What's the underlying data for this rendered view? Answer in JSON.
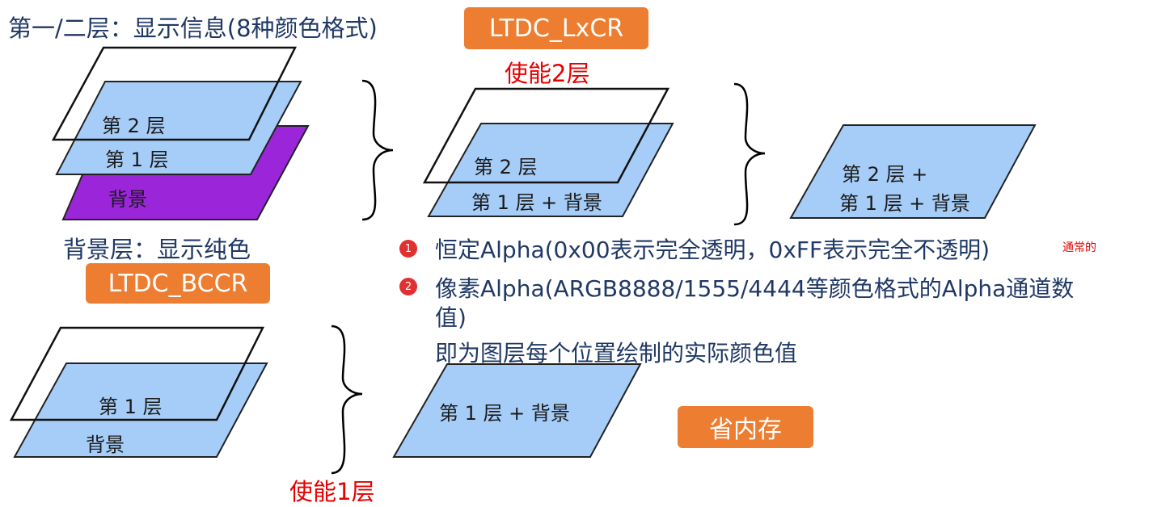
{
  "title": "第一/二层：显示信息(8种颜色格式)",
  "bg_caption": "背景层：显示纯色",
  "badges": {
    "lxcr": "LTDC_LxCR",
    "bccr": "LTDC_BCCR",
    "save_mem": "省内存"
  },
  "enable_labels": {
    "two_layers": "使能2层",
    "one_layer": "使能1层"
  },
  "layer_labels": {
    "layer2": "第 2 层",
    "layer1": "第 1 层",
    "background": "背景",
    "layer1_plus_bg": "第 1 层 + 背景",
    "layer2_plus": "第 2 层 +",
    "layer1_plus_bg_b": "第 1 层 +  背景"
  },
  "notes": {
    "bullet1": "1",
    "bullet2": "2",
    "const_alpha": "恒定Alpha(0x00表示完全透明，0xFF表示完全不透明)",
    "const_alpha_note": "通常的",
    "pixel_alpha_line1": "像素Alpha(ARGB8888/1555/4444等颜色格式的Alpha通道数",
    "pixel_alpha_line2": "值)",
    "pixel_alpha_line3": "即为图层每个位置绘制的实际颜色值"
  },
  "colors": {
    "blue_layer": "#a6cdf7",
    "purple_bg": "#9b26d9",
    "badge_orange": "#ed7d31",
    "title_navy": "#1f3864",
    "red_text": "#e60000"
  }
}
